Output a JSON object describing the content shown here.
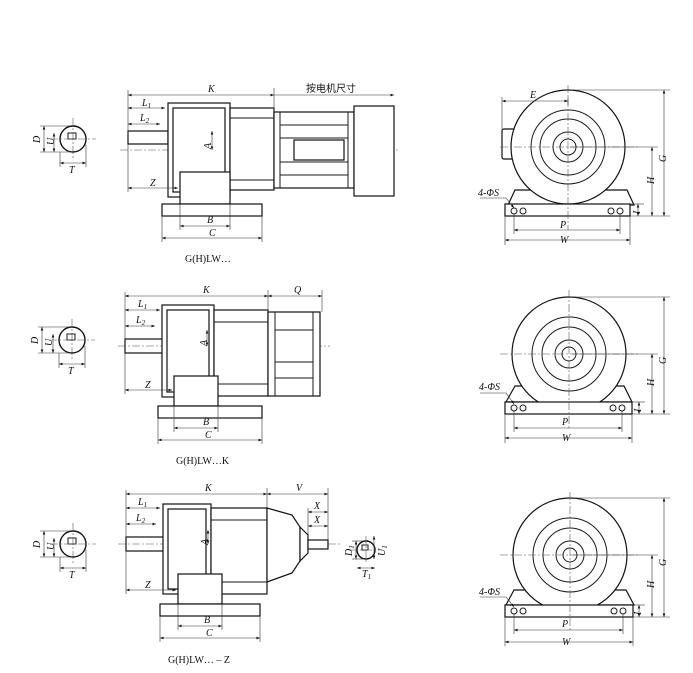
{
  "captions": {
    "view1": "G(H)LW…",
    "view2": "G(H)LW…K",
    "view3": "G(H)LW… – Z"
  },
  "labels": {
    "motor_size": "按电机尺寸",
    "K": "K",
    "L1": "L",
    "L1_sub": "1",
    "L2": "L",
    "L2_sub": "2",
    "Z": "Z",
    "A": "A",
    "B": "B",
    "C": "C",
    "D": "D",
    "U": "U",
    "T": "T",
    "E": "E",
    "G": "G",
    "H": "H",
    "I": "I",
    "P": "P",
    "W": "W",
    "holes": "4-ΦS",
    "Q": "Q",
    "V": "V",
    "X": "X",
    "D1": "D",
    "D1_sub": "1",
    "U1": "U",
    "U1_sub": "1",
    "T1": "T",
    "T1_sub": "1"
  }
}
